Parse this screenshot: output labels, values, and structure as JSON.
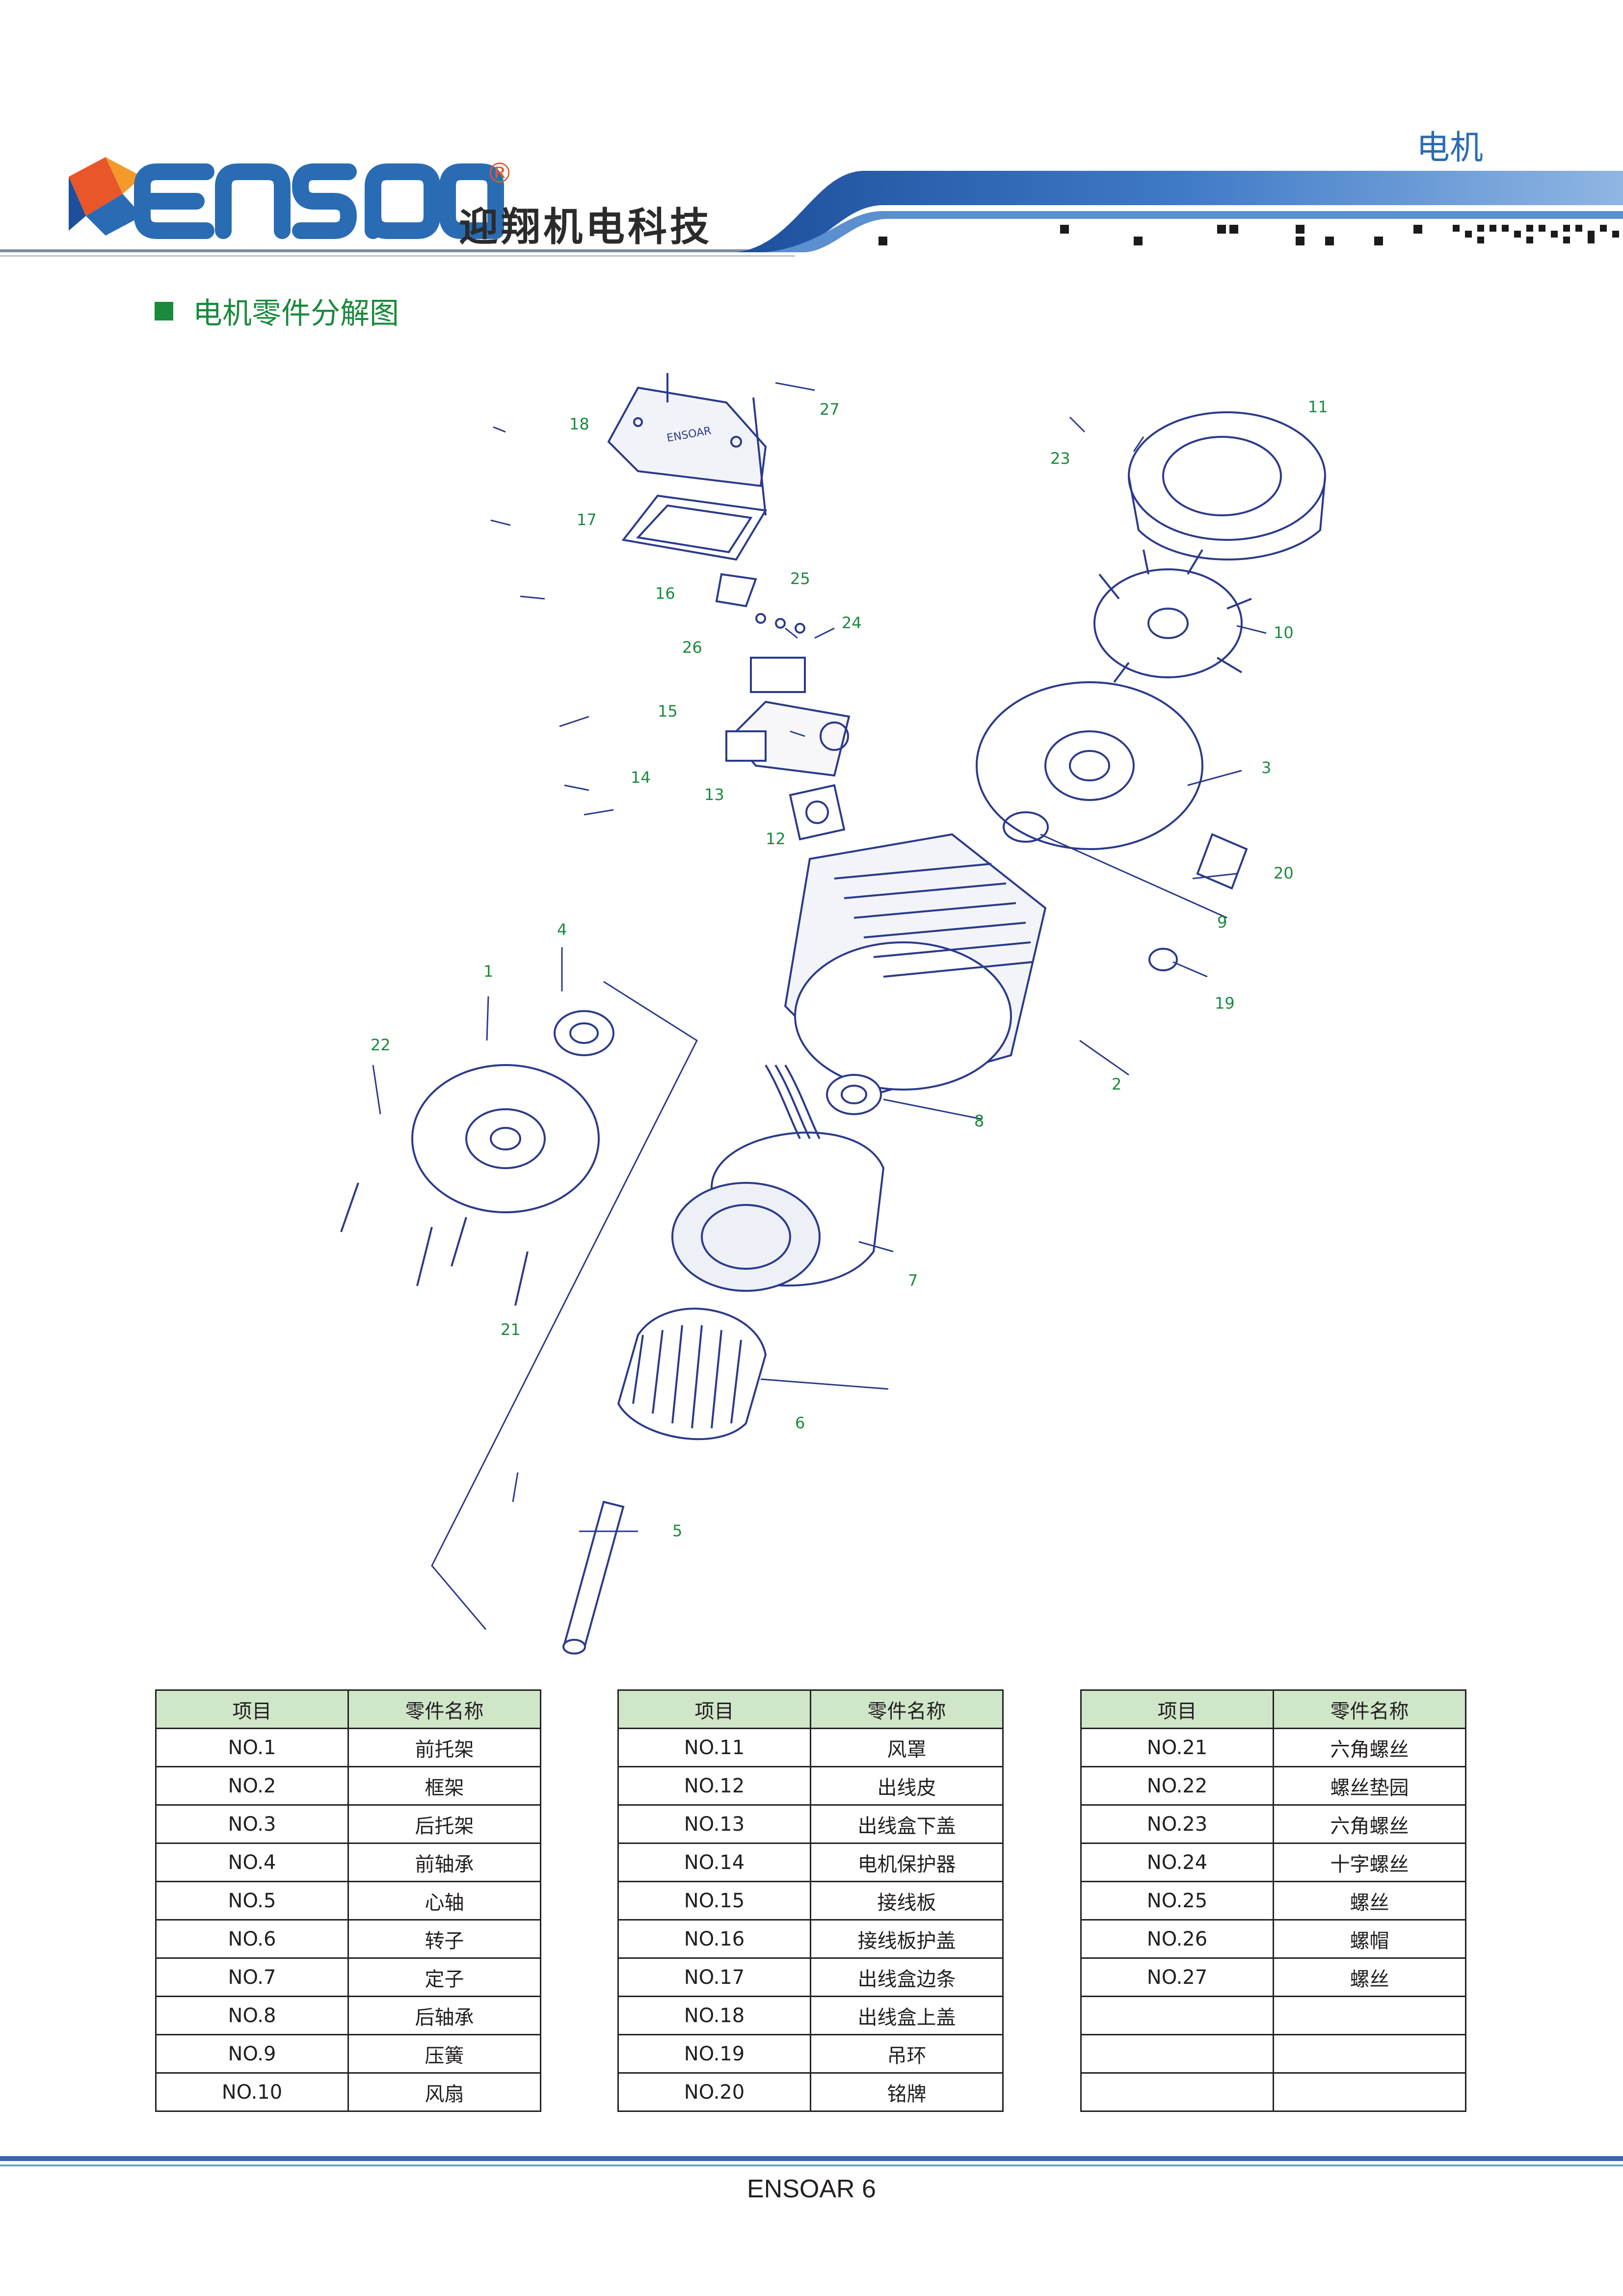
{
  "header": {
    "brand_en": "ensoar",
    "brand_registered": "®",
    "brand_cn": "迎翔机电科技",
    "category": "电机",
    "colors": {
      "brand_blue": "#2a6cb3",
      "accent_green": "#1a8a3c",
      "logo_orange": "#e8562a"
    }
  },
  "section": {
    "title": "电机零件分解图"
  },
  "diagram": {
    "callouts": [
      "1",
      "2",
      "3",
      "4",
      "5",
      "6",
      "7",
      "8",
      "9",
      "10",
      "11",
      "12",
      "13",
      "14",
      "15",
      "16",
      "17",
      "18",
      "19",
      "20",
      "21",
      "22",
      "23",
      "24",
      "25",
      "26",
      "27"
    ],
    "box_brand": "ENSOAR"
  },
  "tables": [
    {
      "headers": [
        "项目",
        "零件名称"
      ],
      "rows": [
        [
          "NO.1",
          "前托架"
        ],
        [
          "NO.2",
          "框架"
        ],
        [
          "NO.3",
          "后托架"
        ],
        [
          "NO.4",
          "前轴承"
        ],
        [
          "NO.5",
          "心轴"
        ],
        [
          "NO.6",
          "转子"
        ],
        [
          "NO.7",
          "定子"
        ],
        [
          "NO.8",
          "后轴承"
        ],
        [
          "NO.9",
          "压簧"
        ],
        [
          "NO.10",
          "风扇"
        ]
      ]
    },
    {
      "headers": [
        "项目",
        "零件名称"
      ],
      "rows": [
        [
          "NO.11",
          "风罩"
        ],
        [
          "NO.12",
          "出线皮"
        ],
        [
          "NO.13",
          "出线盒下盖"
        ],
        [
          "NO.14",
          "电机保护器"
        ],
        [
          "NO.15",
          "接线板"
        ],
        [
          "NO.16",
          "接线板护盖"
        ],
        [
          "NO.17",
          "出线盒边条"
        ],
        [
          "NO.18",
          "出线盒上盖"
        ],
        [
          "NO.19",
          "吊环"
        ],
        [
          "NO.20",
          "铭牌"
        ]
      ]
    },
    {
      "headers": [
        "项目",
        "零件名称"
      ],
      "rows": [
        [
          "NO.21",
          "六角螺丝"
        ],
        [
          "NO.22",
          "螺丝垫园"
        ],
        [
          "NO.23",
          "六角螺丝"
        ],
        [
          "NO.24",
          "十字螺丝"
        ],
        [
          "NO.25",
          "螺丝"
        ],
        [
          "NO.26",
          "螺帽"
        ],
        [
          "NO.27",
          "螺丝"
        ],
        [
          "",
          ""
        ],
        [
          "",
          ""
        ],
        [
          "",
          ""
        ]
      ]
    }
  ],
  "footer": {
    "page_label": "ENSOAR 6"
  }
}
